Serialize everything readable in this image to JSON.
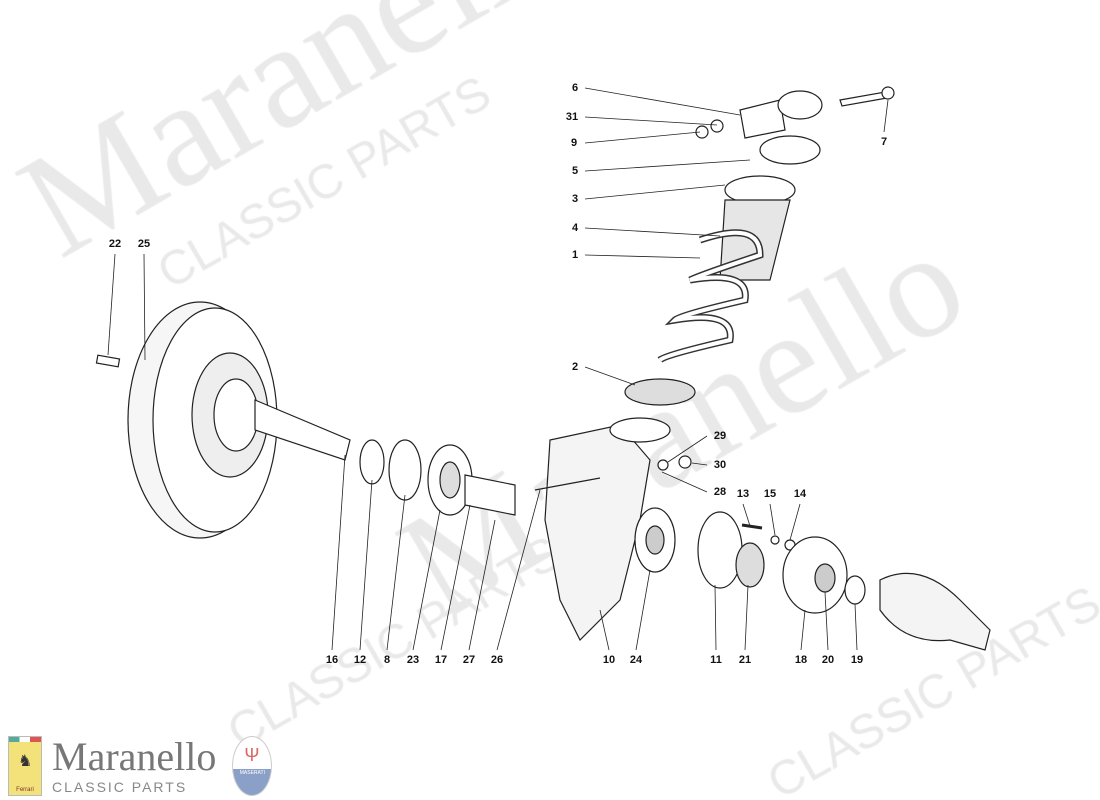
{
  "watermark": {
    "brand": "Maranello",
    "sub": "CLASSIC PARTS"
  },
  "logo": {
    "ferrari_text": "Ferrari",
    "name": "Maranello",
    "tagline": "CLASSIC PARTS",
    "maserati_text": "MASERATI"
  },
  "callouts": {
    "p6": "6",
    "p31": "31",
    "p9": "9",
    "p5": "5",
    "p3": "3",
    "p4": "4",
    "p1": "1",
    "p7": "7",
    "p22": "22",
    "p25": "25",
    "p2": "2",
    "p29": "29",
    "p30": "30",
    "p28": "28",
    "p13": "13",
    "p15": "15",
    "p14": "14",
    "p16": "16",
    "p12": "12",
    "p8": "8",
    "p23": "23",
    "p17": "17",
    "p27": "27",
    "p26": "26",
    "p10": "10",
    "p24": "24",
    "p11": "11",
    "p21": "21",
    "p18": "18",
    "p20": "20",
    "p19": "19"
  }
}
